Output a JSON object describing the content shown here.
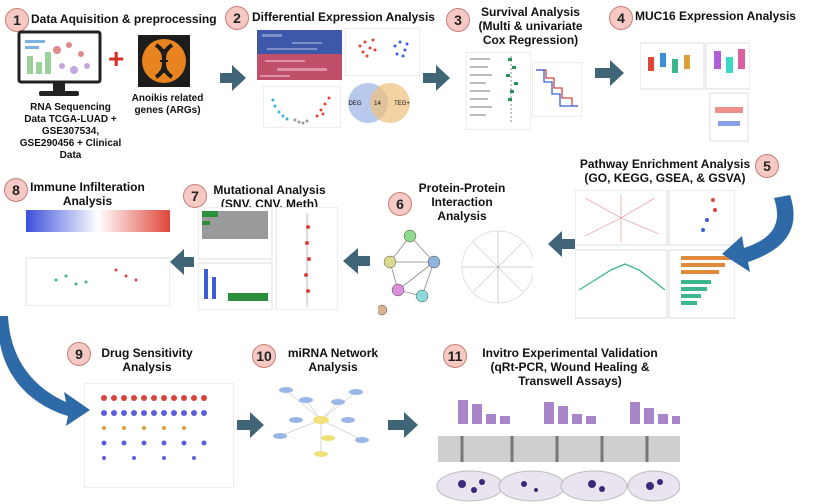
{
  "steps": [
    {
      "num": "1",
      "title": "Data Aquisition & preprocessing"
    },
    {
      "num": "2",
      "title": "Differential Expression Analysis"
    },
    {
      "num": "3",
      "title": "Survival Analysis (Multi & univariate Cox Regression)"
    },
    {
      "num": "4",
      "title": "MUC16 Expression Analysis"
    },
    {
      "num": "5",
      "title": "Pathway Enrichment Analysis (GO, KEGG, GSEA, & GSVA)"
    },
    {
      "num": "6",
      "title": "Protein-Protein Interaction Analysis"
    },
    {
      "num": "7",
      "title": "Mutational Analysis (SNV, CNV, Meth)"
    },
    {
      "num": "8",
      "title": "Immune Infilteration Analysis"
    },
    {
      "num": "9",
      "title": "Drug Sensitivity Analysis"
    },
    {
      "num": "10",
      "title": "miRNA Network Analysis"
    },
    {
      "num": "11",
      "title": "Invitro Experimental Validation (qRt-PCR, Wound Healing & Transwell Assays)"
    }
  ],
  "step1": {
    "rna_label": "RNA Sequencing Data TCGA-LUAD + GSE307534, GSE290456 + Clinical Data",
    "plus": "+",
    "arg_label": "Anoikis related genes (ARGs)"
  },
  "venn": {
    "left": "DEG",
    "center": "14",
    "right": "TEG+"
  },
  "colors": {
    "arrow": "#3f6577",
    "big_arrow": "#2f6aa8",
    "badge_fill": "#f6c9c5",
    "badge_border": "#c77d76",
    "dna_circle": "#e8841f"
  }
}
